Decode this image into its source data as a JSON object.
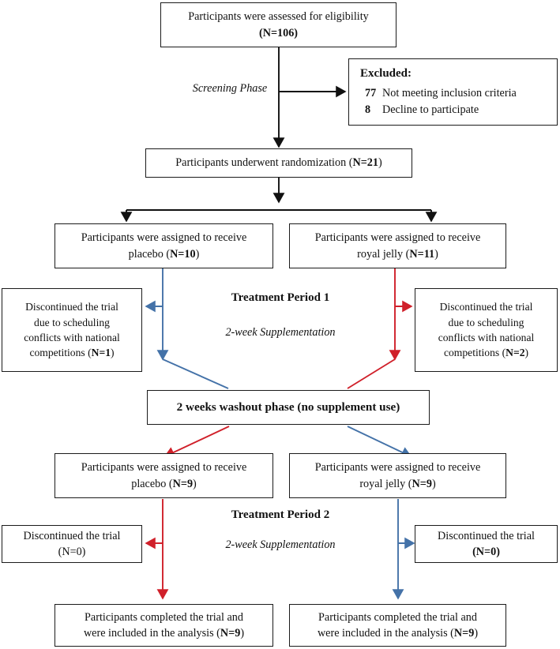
{
  "diagram": {
    "title": "CONSORT participant flow diagram",
    "colors": {
      "placebo_arrow": "#4472a8",
      "royal_jelly_arrow": "#d0202a",
      "box_border": "#1b1b1b",
      "text": "#111111",
      "background": "#ffffff"
    }
  },
  "nodes": {
    "assessed": {
      "line1": "Participants were assessed for eligibility",
      "line2": "(N=106)"
    },
    "excluded": {
      "title": "Excluded:",
      "items": [
        {
          "count": "77",
          "reason": "Not meeting inclusion criteria"
        },
        {
          "count": "8",
          "reason": "Decline to participate"
        }
      ]
    },
    "screening_phase_label": "Screening Phase",
    "randomization": {
      "text": "Participants underwent randomization (N=21)"
    },
    "p1_placebo": {
      "line1": "Participants were assigned to receive",
      "line2": "placebo (N=10)"
    },
    "p1_royal_jelly": {
      "line1": "Participants were assigned to receive",
      "line2": "royal jelly (N=11)"
    },
    "p1_discont_left": {
      "line1": "Discontinued the trial",
      "line2": "due to scheduling",
      "line3": "conflicts with national",
      "line4": "competitions (N=1)"
    },
    "p1_discont_right": {
      "line1": "Discontinued the trial",
      "line2": "due to scheduling",
      "line3": "conflicts with national",
      "line4": "competitions (N=2)"
    },
    "treatment_period_1": {
      "heading": "Treatment Period 1",
      "subheading": "2-week Supplementation"
    },
    "washout": {
      "text": "2 weeks washout phase (no supplement use)"
    },
    "p2_placebo": {
      "line1": "Participants were assigned to receive",
      "line2": "placebo (N=9)"
    },
    "p2_royal_jelly": {
      "line1": "Participants were assigned to receive",
      "line2": "royal jelly (N=9)"
    },
    "treatment_period_2": {
      "heading": "Treatment Period 2",
      "subheading": "2-week Supplementation"
    },
    "p2_discont_left": {
      "line1": "Discontinued the trial",
      "line2": "(N=0)"
    },
    "p2_discont_right": {
      "line1": "Discontinued the trial",
      "line2": "(N=0)"
    },
    "completed_left": {
      "line1": "Participants completed the trial and",
      "line2": "were included in the analysis (N=9)"
    },
    "completed_right": {
      "line1": "Participants completed the trial and",
      "line2": "were included in the analysis (N=9)"
    }
  }
}
